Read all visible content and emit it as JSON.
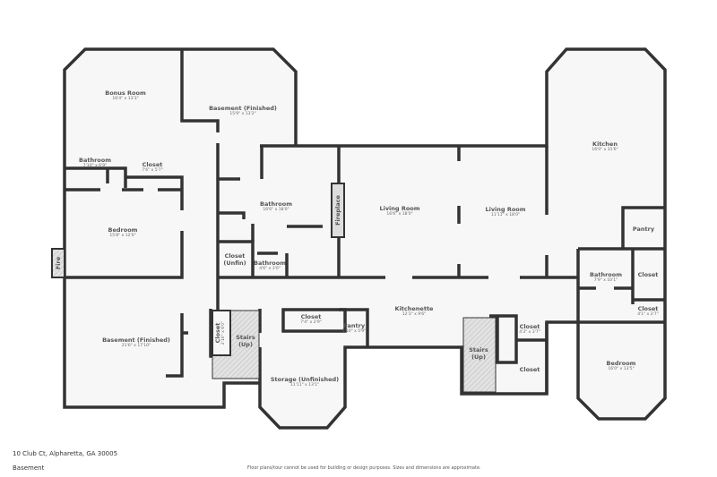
{
  "rooms": [
    {
      "name": "Bonus Room",
      "dim": "16'4\" x 13'3\""
    },
    {
      "name": "Basement (Finished)",
      "dim": "15'9\" x 13'2\""
    },
    {
      "name": "Bathroom",
      "dim": "7'10\" x 6'9\""
    },
    {
      "name": "Closet",
      "dim": "7'6\" x 5'7\""
    },
    {
      "name": "Bedroom",
      "dim": "15'8\" x 12'0\""
    },
    {
      "name": "Bathroom",
      "dim": "16'6\" x 18'0\""
    },
    {
      "name": "Closet (Unfin)",
      "dim": ""
    },
    {
      "name": "Bathroom",
      "dim": "4'6\" x 3'0\""
    },
    {
      "name": "Fireplace",
      "dim": ""
    },
    {
      "name": "Living Room",
      "dim": "16'6\" x 18'0\""
    },
    {
      "name": "Living Room",
      "dim": "11'11\" x 18'0\""
    },
    {
      "name": "Kitchen",
      "dim": "16'0\" x 31'6\""
    },
    {
      "name": "Pantry",
      "dim": ""
    },
    {
      "name": "Bathroom",
      "dim": "7'9\" x 10'1\""
    },
    {
      "name": "Closet",
      "dim": ""
    },
    {
      "name": "Closet",
      "dim": "4'1\" x 2'7\""
    },
    {
      "name": "Fire",
      "dim": ""
    },
    {
      "name": "Basement (Finished)",
      "dim": "21'6\" x 17'10\""
    },
    {
      "name": "Closet",
      "dim": "2'10\" x 6'0\""
    },
    {
      "name": "Stairs (Up)",
      "dim": ""
    },
    {
      "name": "Closet",
      "dim": "7'4\" x 2'9\""
    },
    {
      "name": "Pantry",
      "dim": "3'10\" x 5'9\""
    },
    {
      "name": "Kitchenette",
      "dim": "12'3\" x 9'6\""
    },
    {
      "name": "Storage (Unfinished)",
      "dim": "11'11\" x 13'1\""
    },
    {
      "name": "Stairs (Up)",
      "dim": ""
    },
    {
      "name": "Closet",
      "dim": "4'3\" x 3'7\""
    },
    {
      "name": "Closet",
      "dim": ""
    },
    {
      "name": "Bedroom",
      "dim": "16'0\" x 13'5\""
    }
  ],
  "footer": {
    "address": "10 Club Ct, Alpharetta, GA 30005",
    "level": "Basement",
    "disclaimer": "Floor plans/tour cannot be used for building or design purposes. Sizes and dimensions are approximate."
  },
  "colors": {
    "wall": "#333333",
    "floor": "#f7f7f7",
    "stairs": "#d8d8d8"
  }
}
